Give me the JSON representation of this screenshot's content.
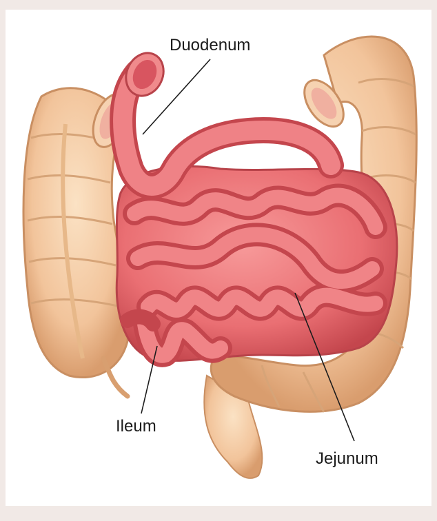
{
  "labels": {
    "duodenum": "Duodenum",
    "ileum": "Ileum",
    "jejunum": "Jejunum"
  },
  "colors": {
    "background": "#f1e9e6",
    "panel": "#ffffff",
    "colon_fill": "#f2c49b",
    "colon_shadow": "#d99d6e",
    "small_intestine_fill": "#ea6f73",
    "small_intestine_shadow": "#c4464d",
    "leader_line": "#1c1c1c"
  }
}
